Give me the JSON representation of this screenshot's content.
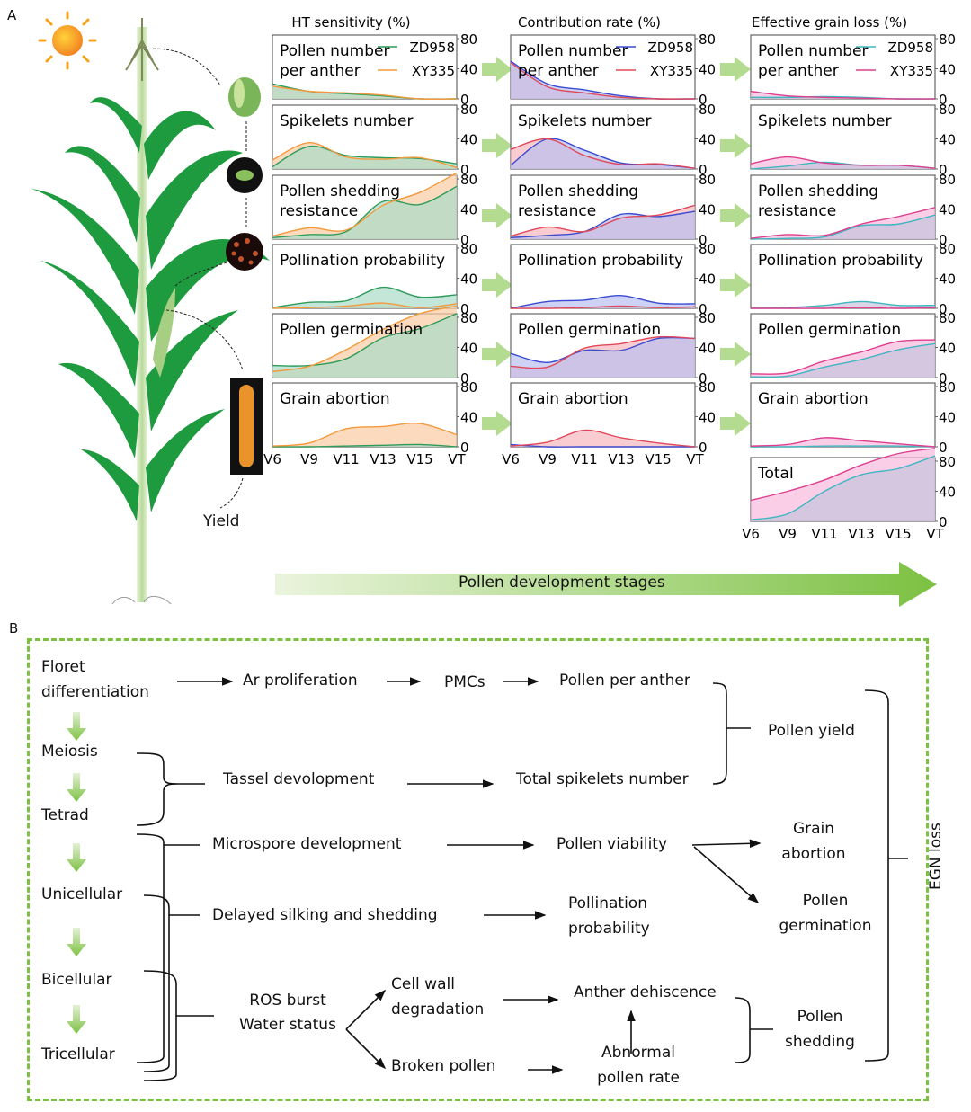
{
  "panel_a": {
    "label": "A",
    "yield_label": "Yield",
    "bottom_arrow_label": "Pollen development stages",
    "colors": {
      "sun": "#f7a21b",
      "leaf": "#1e9a3f",
      "stem": "#cfe6b6",
      "stage_arrow": "#8cc84b"
    }
  },
  "panel_b": {
    "label": "B",
    "stages": [
      "Floret differentiation",
      "Meiosis",
      "Tetrad",
      "Unicellular",
      "Bicellular",
      "Tricellular"
    ],
    "nodes": {
      "ar_proliferation": "Ar proliferation",
      "pmcs": "PMCs",
      "pollen_per_anther": "Pollen per anther",
      "tassel_development": "Tassel devolopment",
      "total_spikelets": "Total spikelets number",
      "pollen_yield": "Pollen yield",
      "microspore_development": "Microspore development",
      "pollen_viability": "Pollen viability",
      "grain_abortion": "Grain abortion",
      "pollen_germination": "Pollen germination",
      "delayed_silking": "Delayed silking and shedding",
      "pollination_probability": "Pollination probability",
      "ros_burst": "ROS burst",
      "water_status": "Water status",
      "cell_wall": "Cell wall degradation",
      "broken_pollen": "Broken pollen",
      "anther_dehiscence": "Anther dehiscence",
      "abnormal_pollen": "Abnormal pollen rate",
      "pollen_shedding": "Pollen shedding",
      "egn_loss": "EGN loss"
    },
    "border_color": "#7cc142"
  },
  "chart_data": [
    {
      "type": "area",
      "title": "HT sensitivity (%)",
      "x": [
        "V6",
        "V9",
        "V11",
        "V13",
        "V15",
        "VT"
      ],
      "ylim": [
        0,
        80
      ],
      "yticks": [
        0,
        40,
        80
      ],
      "legend": [
        {
          "name": "ZD958",
          "color": "#2e9b5a"
        },
        {
          "name": "XY335",
          "color": "#f39a3c"
        }
      ],
      "legend_position": "top-right",
      "fill_colors": {
        "ZD958": "#a9dcc8",
        "XY335": "#f9cba2"
      },
      "subplots": [
        {
          "name": "Pollen number per anther",
          "series": [
            {
              "name": "ZD958",
              "values": [
                20,
                10,
                7,
                4,
                0,
                0
              ]
            },
            {
              "name": "XY335",
              "values": [
                17,
                10,
                8,
                5,
                0,
                0
              ]
            }
          ]
        },
        {
          "name": "Spikelets number",
          "series": [
            {
              "name": "ZD958",
              "values": [
                3,
                30,
                18,
                15,
                14,
                7
              ]
            },
            {
              "name": "XY335",
              "values": [
                12,
                35,
                16,
                13,
                15,
                2
              ]
            }
          ]
        },
        {
          "name": "Pollen shedding resistance",
          "series": [
            {
              "name": "ZD958",
              "values": [
                2,
                6,
                10,
                50,
                46,
                70
              ]
            },
            {
              "name": "XY335",
              "values": [
                4,
                15,
                12,
                45,
                62,
                88
              ]
            }
          ]
        },
        {
          "name": "Pollination probability",
          "series": [
            {
              "name": "ZD958",
              "values": [
                1,
                8,
                10,
                28,
                15,
                18
              ]
            },
            {
              "name": "XY335",
              "values": [
                0,
                1,
                3,
                7,
                1,
                6
              ]
            }
          ]
        },
        {
          "name": "Pollen germination",
          "series": [
            {
              "name": "ZD958",
              "values": [
                16,
                16,
                25,
                53,
                65,
                85
              ]
            },
            {
              "name": "XY335",
              "values": [
                8,
                15,
                37,
                64,
                85,
                95
              ]
            }
          ]
        },
        {
          "name": "Grain abortion",
          "series": [
            {
              "name": "ZD958",
              "values": [
                0,
                0,
                1,
                2,
                3,
                0
              ]
            },
            {
              "name": "XY335",
              "values": [
                1,
                5,
                24,
                27,
                31,
                16
              ]
            }
          ]
        }
      ]
    },
    {
      "type": "area",
      "title": "Contribution rate (%)",
      "x": [
        "V6",
        "V9",
        "V11",
        "V13",
        "V15",
        "VT"
      ],
      "ylim": [
        0,
        80
      ],
      "yticks": [
        0,
        40,
        80
      ],
      "legend": [
        {
          "name": "ZD958",
          "color": "#3a4bd0"
        },
        {
          "name": "XY335",
          "color": "#e0485a"
        }
      ],
      "legend_position": "top-right",
      "fill_colors": {
        "ZD958": "#b9bff0",
        "XY335": "#f6b6bd"
      },
      "subplots": [
        {
          "name": "Pollen number per anther",
          "series": [
            {
              "name": "ZD958",
              "values": [
                50,
                20,
                12,
                4,
                0,
                0
              ]
            },
            {
              "name": "XY335",
              "values": [
                48,
                16,
                8,
                2,
                0,
                0
              ]
            }
          ]
        },
        {
          "name": "Spikelets number",
          "series": [
            {
              "name": "ZD958",
              "values": [
                5,
                40,
                25,
                8,
                6,
                1
              ]
            },
            {
              "name": "XY335",
              "values": [
                26,
                40,
                18,
                6,
                7,
                1
              ]
            }
          ]
        },
        {
          "name": "Pollen shedding resistance",
          "series": [
            {
              "name": "ZD958",
              "values": [
                2,
                5,
                10,
                33,
                30,
                37
              ]
            },
            {
              "name": "XY335",
              "values": [
                4,
                16,
                10,
                28,
                32,
                45
              ]
            }
          ]
        },
        {
          "name": "Pollination probability",
          "series": [
            {
              "name": "ZD958",
              "values": [
                0,
                9,
                11,
                17,
                7,
                6
              ]
            },
            {
              "name": "XY335",
              "values": [
                0,
                0,
                1,
                3,
                1,
                2
              ]
            }
          ]
        },
        {
          "name": "Pollen germination",
          "series": [
            {
              "name": "ZD958",
              "values": [
                32,
                20,
                36,
                36,
                52,
                52
              ]
            },
            {
              "name": "XY335",
              "values": [
                15,
                14,
                39,
                45,
                54,
                52
              ]
            }
          ]
        },
        {
          "name": "Grain abortion",
          "series": [
            {
              "name": "ZD958",
              "values": [
                3,
                0,
                0,
                0,
                0,
                0
              ]
            },
            {
              "name": "XY335",
              "values": [
                1,
                6,
                22,
                12,
                5,
                0
              ]
            }
          ]
        }
      ]
    },
    {
      "type": "area",
      "title": "Effective grain loss (%)",
      "x": [
        "V6",
        "V9",
        "V11",
        "V13",
        "V15",
        "VT"
      ],
      "ylim": [
        0,
        80
      ],
      "yticks": [
        0,
        40,
        80
      ],
      "legend": [
        {
          "name": "ZD958",
          "color": "#3fb6c0"
        },
        {
          "name": "XY335",
          "color": "#de3e8e"
        }
      ],
      "legend_position": "top-right",
      "fill_colors": {
        "ZD958": "#c7c4dd",
        "XY335": "#f7b9dc"
      },
      "subplots": [
        {
          "name": "Pollen number per anther",
          "series": [
            {
              "name": "ZD958",
              "values": [
                2,
                2,
                3,
                2,
                0,
                0
              ]
            },
            {
              "name": "XY335",
              "values": [
                10,
                4,
                2,
                1,
                0,
                0
              ]
            }
          ]
        },
        {
          "name": "Spikelets number",
          "series": [
            {
              "name": "ZD958",
              "values": [
                0,
                4,
                9,
                5,
                5,
                1
              ]
            },
            {
              "name": "XY335",
              "values": [
                7,
                16,
                8,
                5,
                5,
                1
              ]
            }
          ]
        },
        {
          "name": "Pollen shedding resistance",
          "series": [
            {
              "name": "ZD958",
              "values": [
                0,
                1,
                3,
                18,
                20,
                32
              ]
            },
            {
              "name": "XY335",
              "values": [
                1,
                6,
                5,
                20,
                30,
                42
              ]
            }
          ]
        },
        {
          "name": "Pollination probability",
          "series": [
            {
              "name": "ZD958",
              "values": [
                0,
                1,
                4,
                9,
                4,
                4
              ]
            },
            {
              "name": "XY335",
              "values": [
                0,
                0,
                0,
                1,
                0,
                1
              ]
            }
          ]
        },
        {
          "name": "Pollen germination",
          "series": [
            {
              "name": "ZD958",
              "values": [
                1,
                2,
                14,
                24,
                37,
                45
              ]
            },
            {
              "name": "XY335",
              "values": [
                5,
                6,
                22,
                34,
                48,
                50
              ]
            }
          ]
        },
        {
          "name": "Grain abortion",
          "series": [
            {
              "name": "ZD958",
              "values": [
                0,
                0,
                1,
                1,
                1,
                0
              ]
            },
            {
              "name": "XY335",
              "values": [
                1,
                3,
                12,
                8,
                4,
                0
              ]
            }
          ]
        },
        {
          "name": "Total",
          "series": [
            {
              "name": "ZD958",
              "values": [
                2,
                10,
                40,
                62,
                70,
                87
              ]
            },
            {
              "name": "XY335",
              "values": [
                28,
                40,
                55,
                75,
                90,
                97
              ]
            }
          ]
        }
      ]
    }
  ]
}
